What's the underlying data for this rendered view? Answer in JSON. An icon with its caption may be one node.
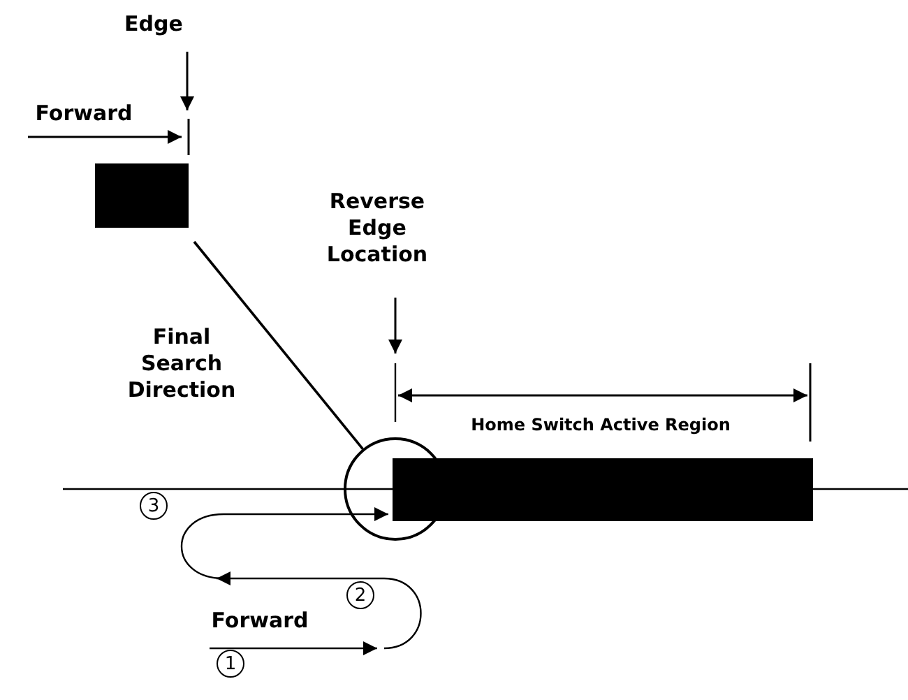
{
  "diagram": {
    "nodes": [
      {
        "text": [],
        "shape": "box"
      },
      {
        "text": [],
        "shape": "circle"
      },
      {
        "text": [],
        "shape": "bar"
      }
    ],
    "edges": [
      {
        "from": 0,
        "to": 1,
        "arrow": "none"
      }
    ],
    "labels": [
      "Edge",
      "Forward",
      "Reverse Edge Location",
      "Final Search Direction",
      "Home Switch Active Region",
      "3",
      "2",
      "Forward",
      "1"
    ]
  }
}
